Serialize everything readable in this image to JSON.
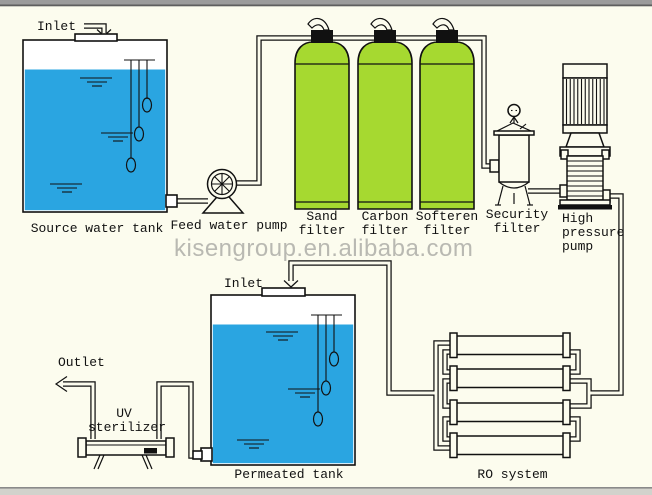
{
  "watermark": "kisengroup.en.alibaba.com",
  "colors": {
    "background": "#FCFCEE",
    "water": "#2AA5E1",
    "filter_green": "#A6D930",
    "cap_black": "#111111",
    "watermark_gray": "#B9B9B2",
    "line": "#111111"
  },
  "diagram": {
    "labels": {
      "source_inlet": "Inlet",
      "source_tank": "Source water tank",
      "feed_pump": "Feed water pump",
      "sand_filter": "Sand\nfilter",
      "carbon_filter": "Carbon\nfilter",
      "softener_filter": "Softeren\nfilter",
      "security_filter": "Security\nfilter",
      "hp_pump": "High\npressure\npump",
      "permeate_inlet": "Inlet",
      "permeated_tank": "Permeated tank",
      "ro_system": "RO system",
      "outlet": "Outlet",
      "uv_sterilizer": "UV\nsterilizer"
    }
  }
}
